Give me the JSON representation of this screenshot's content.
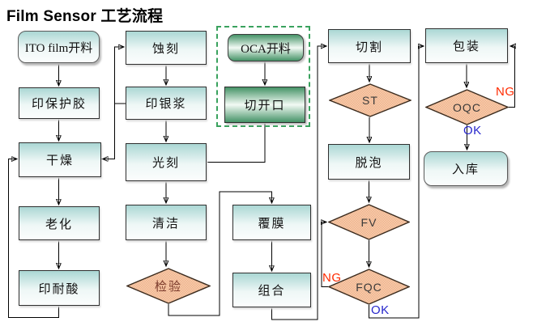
{
  "title": "Film Sensor 工艺流程",
  "nodes": {
    "ito_cut": "ITO film开料",
    "print_protect": "印保护胶",
    "dry": "干燥",
    "aging": "老化",
    "print_acid": "印耐酸",
    "etch": "蚀刻",
    "print_silver": "印银浆",
    "litho": "光刻",
    "clean": "清洁",
    "inspect": "检验",
    "oca_cut": "OCA开料",
    "cut_open": "切开口",
    "laminate": "覆膜",
    "assemble": "组合",
    "cutting": "切割",
    "st": "ST",
    "defoam": "脱泡",
    "fv": "FV",
    "fqc": "FQC",
    "pack": "包装",
    "oqc": "OQC",
    "warehouse": "入库"
  },
  "flow_labels": {
    "fqc_ng": "NG",
    "fqc_ok": "OK",
    "oqc_ng": "NG",
    "oqc_ok": "OK"
  },
  "colors": {
    "ng_red": "#ff2a00",
    "ok_blue": "#2727cc",
    "box_teal_top": "#abd7d4",
    "green_dark": "#459367",
    "diamond_peach": "#f5c9a8",
    "dashed_green": "#3aa25e",
    "inspect_text": "#7a392a"
  }
}
